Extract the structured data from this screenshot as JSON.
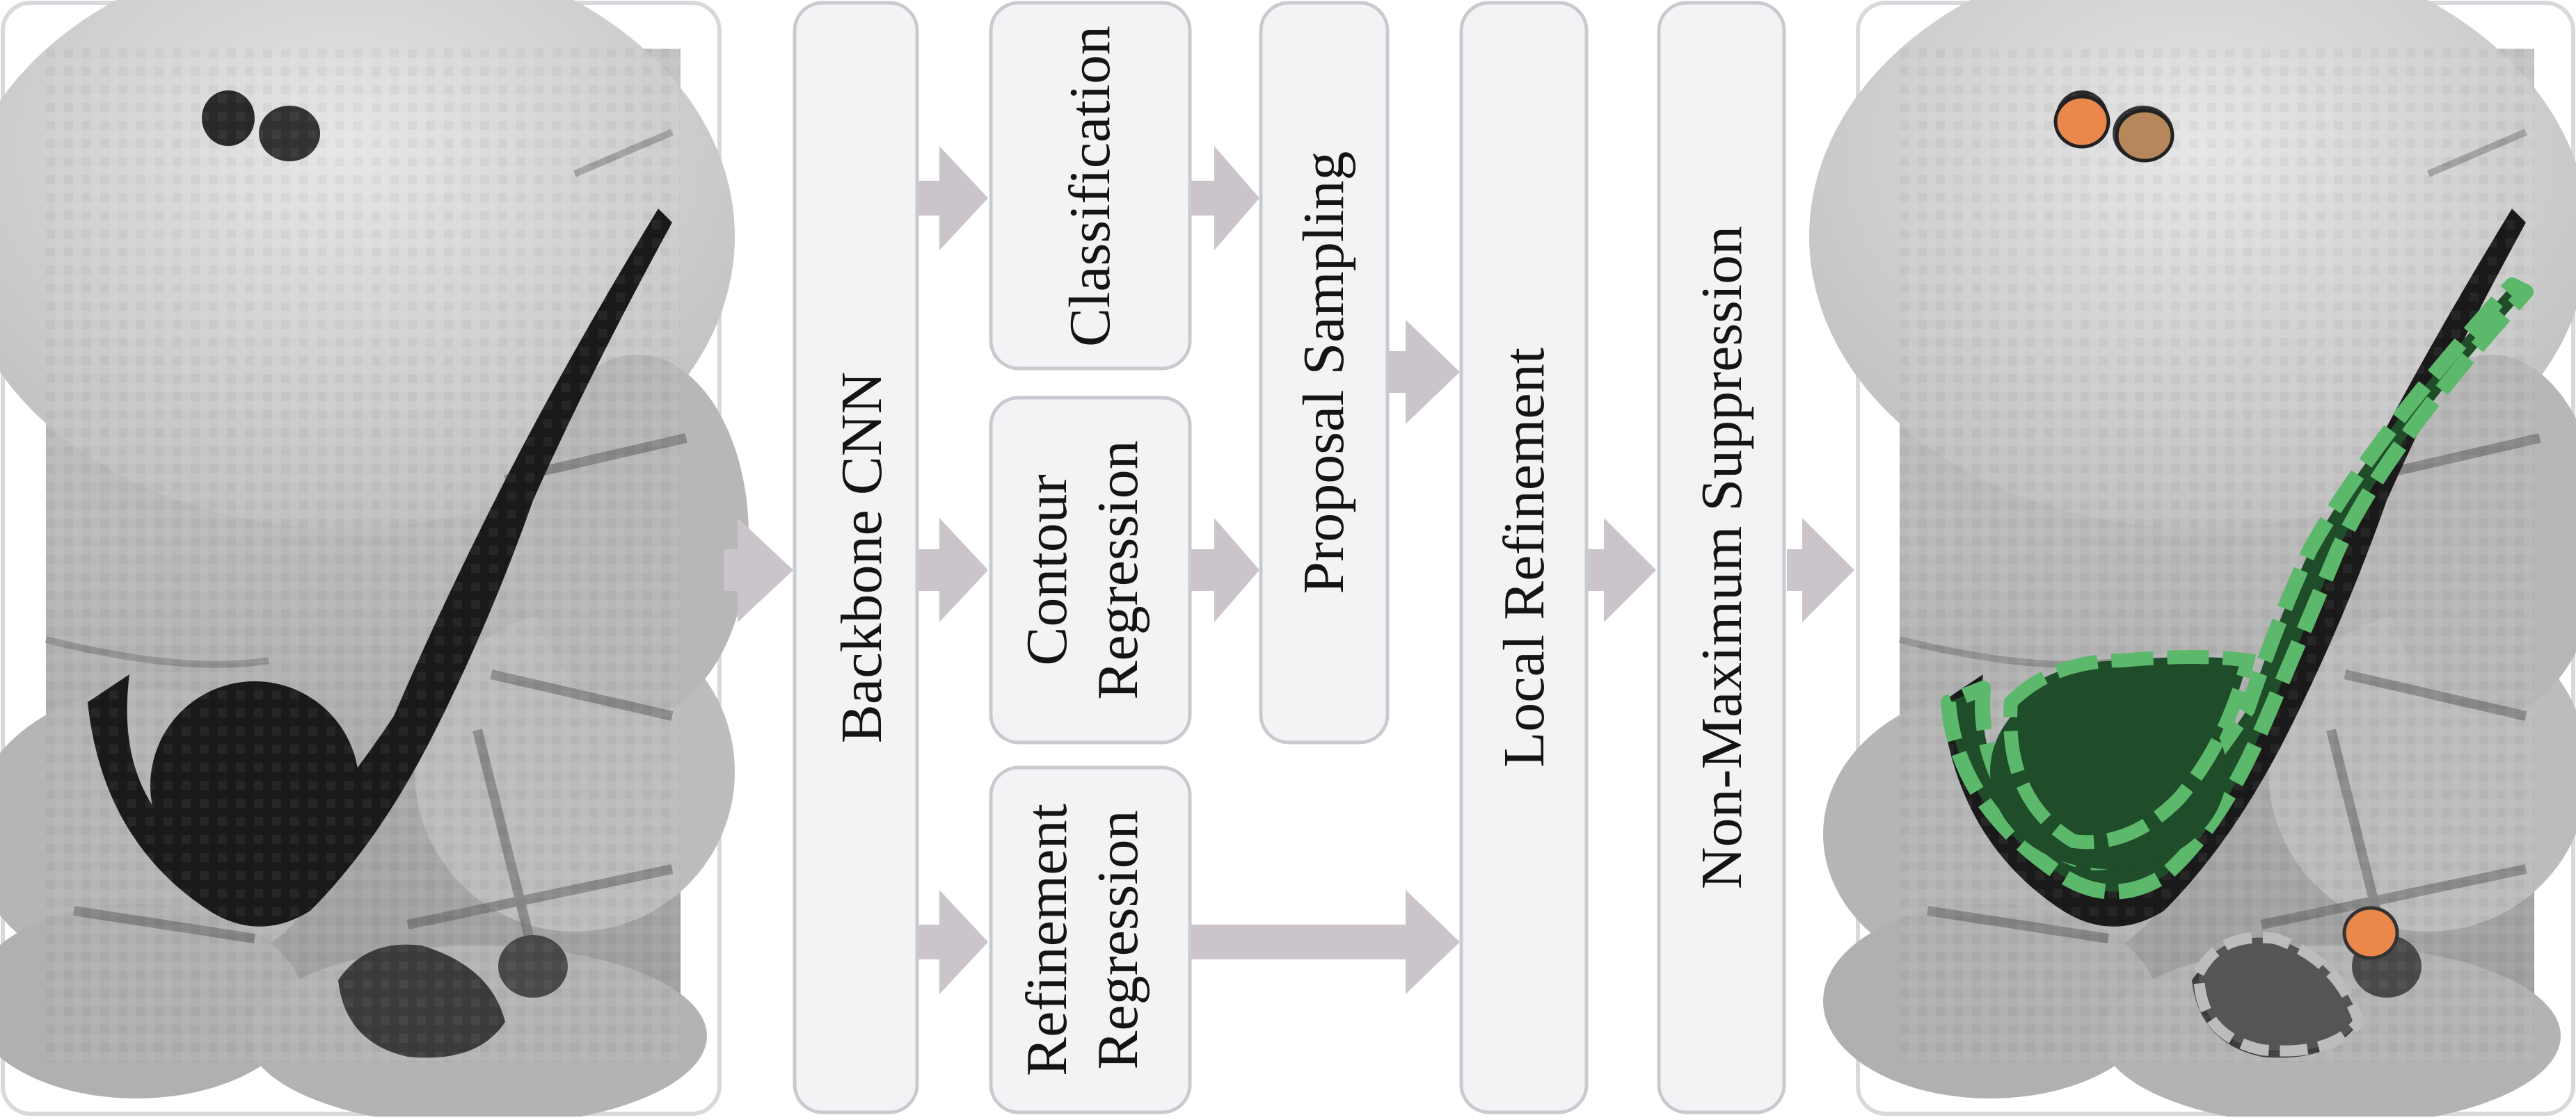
{
  "diagram": {
    "stages": {
      "backbone": "Backbone CNN",
      "classification": "Classification",
      "contour_line1": "Contour",
      "contour_line2": "Regression",
      "refinement_line1": "Refinement",
      "refinement_line2": "Regression",
      "proposal_sampling": "Proposal Sampling",
      "local_refinement": "Local Refinement",
      "nms": "Non-Maximum Suppression"
    },
    "colors": {
      "box_fill": "#f3f3f6",
      "box_stroke": "#c9c9d0",
      "arrow": "#cbc4ca",
      "neuron_fill": "#1f4d2a",
      "neuron_outline": "#5cb86a",
      "small_cell": "#e9884a",
      "gray_cell_outline": "#bcbcbc"
    },
    "icons": {
      "input_image": "microscopy-input-image",
      "output_image": "segmented-output-image"
    }
  }
}
